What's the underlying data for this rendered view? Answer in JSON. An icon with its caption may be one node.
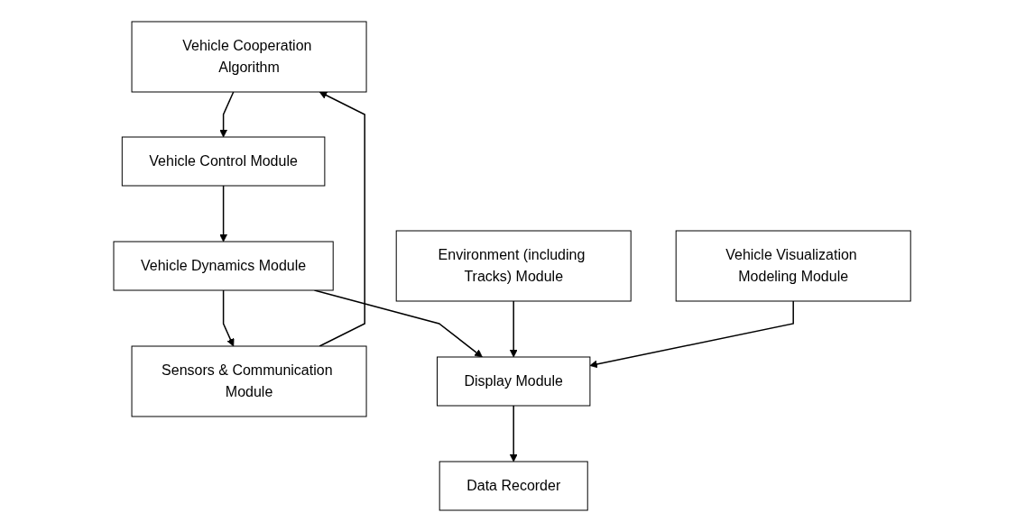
{
  "diagram": {
    "nodes": [
      {
        "text": [
          "Vehicle Cooperation Algorithm"
        ]
      },
      {
        "text": [
          "Sensors & Communication Module"
        ]
      },
      {
        "text": [
          "Vehicle Control Module"
        ]
      },
      {
        "text": [
          "Environment (including Tracks) Module"
        ]
      },
      {
        "text": [
          "Vehicle Visualization Modeling Module"
        ]
      },
      {
        "text": [
          "Vehicle Dynamics Module"
        ]
      },
      {
        "text": [
          "Display Module"
        ]
      },
      {
        "text": [
          "Data Recorder"
        ]
      }
    ],
    "edges": [
      {
        "from": 1,
        "to": 0,
        "arrow": "to"
      },
      {
        "from": 0,
        "to": 2,
        "arrow": "to"
      },
      {
        "from": 2,
        "to": 5,
        "arrow": "to"
      },
      {
        "from": 5,
        "to": 1,
        "arrow": "to"
      },
      {
        "from": 5,
        "to": 6,
        "arrow": "to"
      },
      {
        "from": 3,
        "to": 6,
        "arrow": "to"
      },
      {
        "from": 4,
        "to": 6,
        "arrow": "to"
      },
      {
        "from": 6,
        "to": 7,
        "arrow": "to"
      }
    ]
  }
}
